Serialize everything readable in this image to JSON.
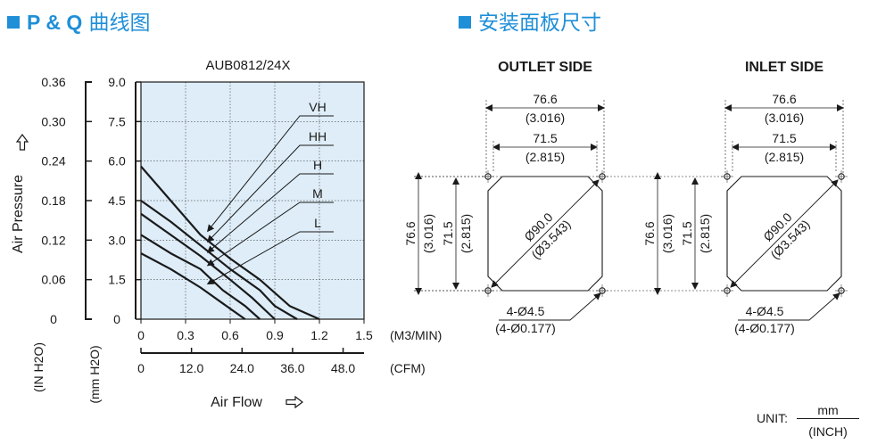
{
  "headings": {
    "left_mark": "P & Q",
    "left_text": "曲线图",
    "right_text": "安装面板尺寸"
  },
  "chart_data": {
    "type": "line",
    "title": "AUB0812/24X",
    "ylabel": "Air Pressure",
    "xlabel": "Air Flow",
    "y_unit_inH2O": "(IN H2O)",
    "y_unit_mmH2O": "(mm H2O)",
    "x_unit_m3": "(M3/MIN)",
    "x_unit_cfm": "(CFM)",
    "x_ticks_m3": [
      "0",
      "0.3",
      "0.6",
      "0.9",
      "1.2",
      "1.5"
    ],
    "x_ticks_cfm": [
      "0",
      "12.0",
      "24.0",
      "36.0",
      "48.0"
    ],
    "y_ticks_inH2O": [
      "0",
      "0.06",
      "0.12",
      "0.18",
      "0.24",
      "0.30",
      "0.36"
    ],
    "y_ticks_mmH2O": [
      "0",
      "1.5",
      "3.0",
      "4.5",
      "6.0",
      "7.5",
      "9.0"
    ],
    "xlim": [
      0,
      1.5
    ],
    "ylim": [
      0,
      9.0
    ],
    "grid": true,
    "legend": "labels-right",
    "series": [
      {
        "name": "VH",
        "points": [
          [
            0,
            5.8
          ],
          [
            0.2,
            4.5
          ],
          [
            0.4,
            3.2
          ],
          [
            0.6,
            2.3
          ],
          [
            0.8,
            1.5
          ],
          [
            1.0,
            0.5
          ],
          [
            1.2,
            0
          ]
        ]
      },
      {
        "name": "HH",
        "points": [
          [
            0,
            4.5
          ],
          [
            0.2,
            3.7
          ],
          [
            0.4,
            2.8
          ],
          [
            0.6,
            1.9
          ],
          [
            0.8,
            1.1
          ],
          [
            0.9,
            0.5
          ],
          [
            1.05,
            0
          ]
        ]
      },
      {
        "name": "H",
        "points": [
          [
            0,
            4.0
          ],
          [
            0.2,
            3.2
          ],
          [
            0.4,
            2.4
          ],
          [
            0.6,
            1.5
          ],
          [
            0.75,
            0.8
          ],
          [
            0.9,
            0
          ]
        ]
      },
      {
        "name": "M",
        "points": [
          [
            0,
            3.2
          ],
          [
            0.2,
            2.5
          ],
          [
            0.4,
            1.9
          ],
          [
            0.55,
            1.1
          ],
          [
            0.7,
            0.5
          ],
          [
            0.8,
            0
          ]
        ]
      },
      {
        "name": "L",
        "points": [
          [
            0,
            2.5
          ],
          [
            0.2,
            1.9
          ],
          [
            0.4,
            1.2
          ],
          [
            0.55,
            0.6
          ],
          [
            0.7,
            0
          ]
        ]
      }
    ]
  },
  "panels": [
    {
      "title": "OUTLET SIDE",
      "dim_outer": "76.6",
      "dim_outer_in": "(3.016)",
      "dim_inner": "71.5",
      "dim_inner_in": "(2.815)",
      "diameter": "Ø90.0",
      "diameter_in": "(Ø3.543)",
      "holes": "4-Ø4.5",
      "holes_in": "(4-Ø0.177)"
    },
    {
      "title": "INLET SIDE",
      "dim_outer": "76.6",
      "dim_outer_in": "(3.016)",
      "dim_inner": "71.5",
      "dim_inner_in": "(2.815)",
      "diameter": "Ø90.0",
      "diameter_in": "(Ø3.543)",
      "holes": "4-Ø4.5",
      "holes_in": "(4-Ø0.177)"
    }
  ],
  "units_legend": {
    "label": "UNIT:",
    "top": "mm",
    "bottom": "(INCH)"
  },
  "colors": {
    "heading": "#1f8fd8",
    "plot_bg": "#deedf8",
    "line": "#1a1a1a"
  }
}
